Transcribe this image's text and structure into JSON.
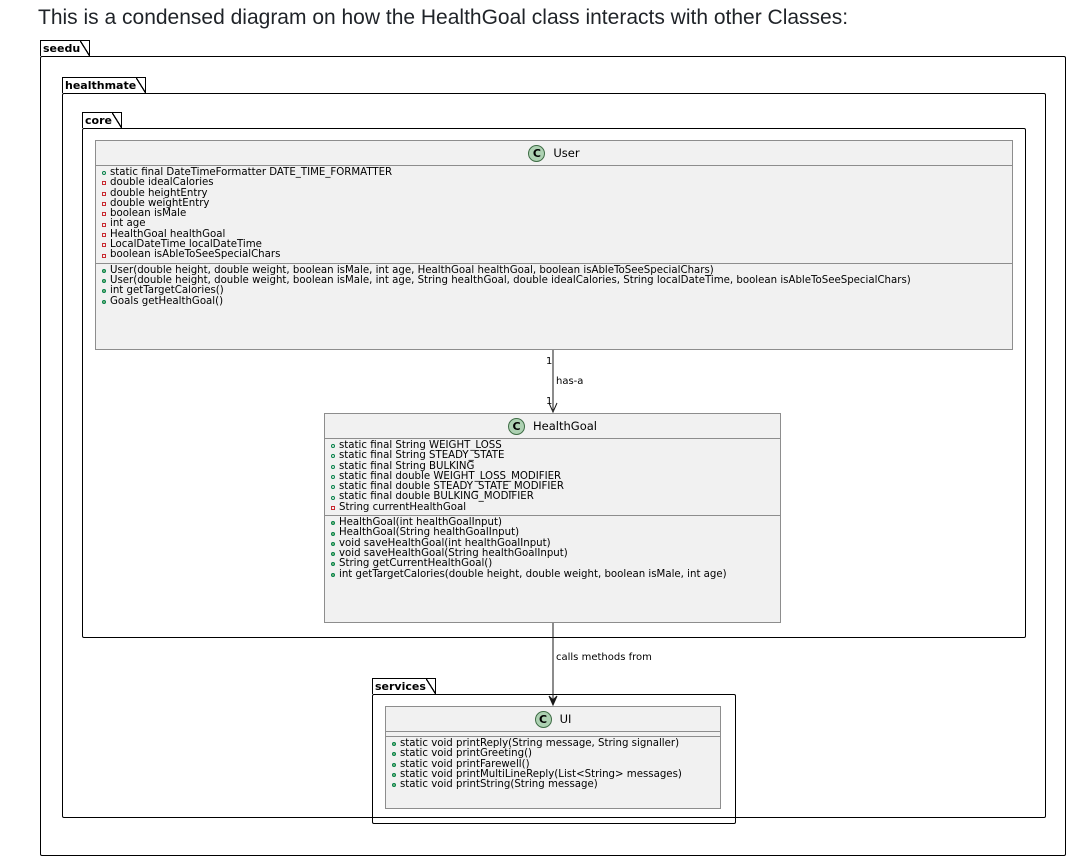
{
  "intro_text": "This is a condensed diagram on how the HealthGoal class interacts with other Classes:",
  "packages": {
    "seedu": "seedu",
    "healthmate": "healthmate",
    "core": "core",
    "services": "services"
  },
  "classes": {
    "user": {
      "icon": "C",
      "name": "User",
      "fields": [
        {
          "vis": "pub",
          "text": "static final DateTimeFormatter DATE_TIME_FORMATTER"
        },
        {
          "vis": "priv",
          "text": "double idealCalories"
        },
        {
          "vis": "priv",
          "text": "double heightEntry"
        },
        {
          "vis": "priv",
          "text": "double weightEntry"
        },
        {
          "vis": "priv",
          "text": "boolean isMale"
        },
        {
          "vis": "priv",
          "text": "int age"
        },
        {
          "vis": "priv",
          "text": "HealthGoal healthGoal"
        },
        {
          "vis": "priv",
          "text": "LocalDateTime localDateTime"
        },
        {
          "vis": "priv",
          "text": "boolean isAbleToSeeSpecialChars"
        }
      ],
      "methods": [
        {
          "vis": "pubm",
          "text": "User(double height, double weight, boolean isMale, int age, HealthGoal healthGoal, boolean isAbleToSeeSpecialChars)"
        },
        {
          "vis": "pubm",
          "text": "User(double height, double weight, boolean isMale, int age, String healthGoal, double idealCalories, String localDateTime, boolean isAbleToSeeSpecialChars)"
        },
        {
          "vis": "pubm",
          "text": "int getTargetCalories()"
        },
        {
          "vis": "pubm",
          "text": "Goals getHealthGoal()"
        }
      ]
    },
    "healthgoal": {
      "icon": "C",
      "name": "HealthGoal",
      "fields": [
        {
          "vis": "pub",
          "text": "static final String WEIGHT_LOSS"
        },
        {
          "vis": "pub",
          "text": "static final String STEADY_STATE"
        },
        {
          "vis": "pub",
          "text": "static final String BULKING"
        },
        {
          "vis": "pub",
          "text": "static final double WEIGHT_LOSS_MODIFIER"
        },
        {
          "vis": "pub",
          "text": "static final double STEADY_STATE_MODIFIER"
        },
        {
          "vis": "pub",
          "text": "static final double BULKING_MODIFIER"
        },
        {
          "vis": "priv",
          "text": "String currentHealthGoal"
        }
      ],
      "methods": [
        {
          "vis": "pubm",
          "text": "HealthGoal(int healthGoalInput)"
        },
        {
          "vis": "pubm",
          "text": "HealthGoal(String healthGoalInput)"
        },
        {
          "vis": "pubm",
          "text": "void saveHealthGoal(int healthGoalInput)"
        },
        {
          "vis": "pubm",
          "text": "void saveHealthGoal(String healthGoalInput)"
        },
        {
          "vis": "pubm",
          "text": "String getCurrentHealthGoal()"
        },
        {
          "vis": "pubm",
          "text": "int getTargetCalories(double height, double weight, boolean isMale, int age)"
        }
      ]
    },
    "ui": {
      "icon": "C",
      "name": "UI",
      "fields": [],
      "methods": [
        {
          "vis": "pubm",
          "text": "static void printReply(String message, String signaller)"
        },
        {
          "vis": "pubm",
          "text": "static void printGreeting()"
        },
        {
          "vis": "pubm",
          "text": "static void printFarewell()"
        },
        {
          "vis": "pubm",
          "text": "static void printMultiLineReply(List<String> messages)"
        },
        {
          "vis": "pubm",
          "text": "static void printString(String message)"
        }
      ]
    }
  },
  "relations": {
    "has_a": {
      "label": "has-a",
      "mult_source": "1",
      "mult_target": "1"
    },
    "calls": {
      "label": "calls methods from"
    }
  }
}
